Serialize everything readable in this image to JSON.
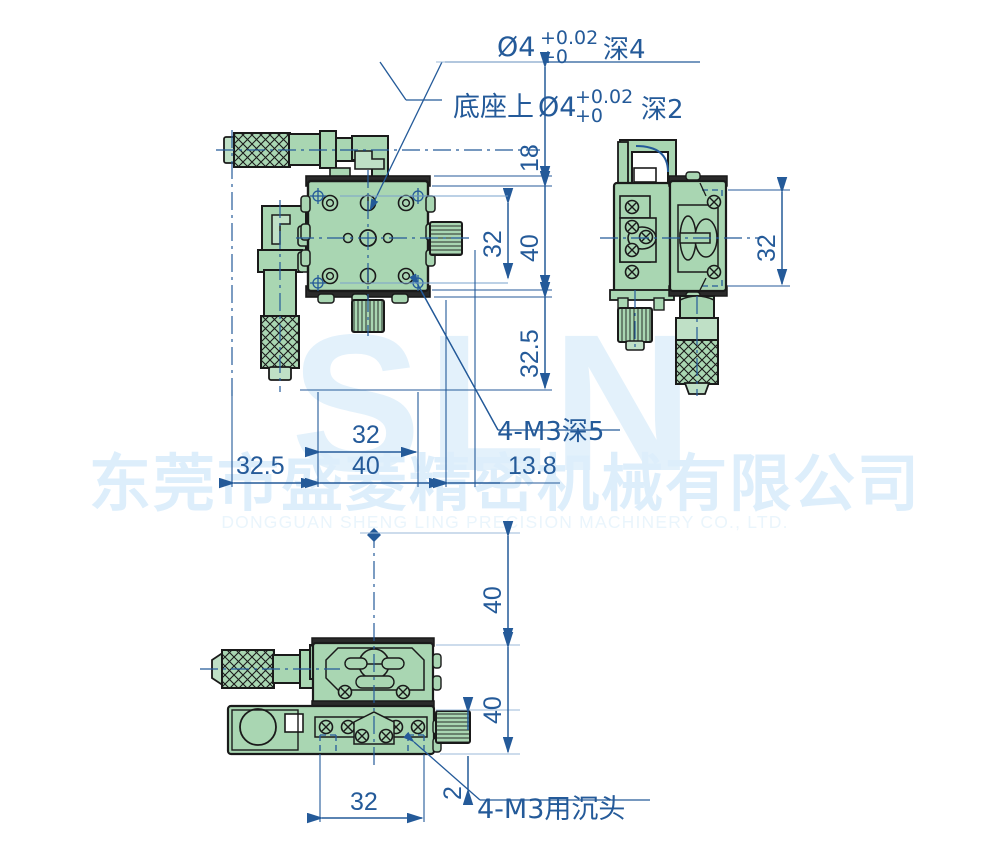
{
  "document": {
    "type": "engineering-drawing",
    "subject": "XY precision linear stage (manual micrometer-driven)",
    "units": "mm",
    "line_color": "#245a99",
    "text_color": "#245a99",
    "body_fill": "#a9d6b2",
    "body_fill_dark": "#8fc79c",
    "body_fill_light": "#c2e2c8",
    "outline_color": "#1a1a1a",
    "background": "#ffffff",
    "watermark_color": "#e1f0fb"
  },
  "annotations": {
    "top_note_line1": {
      "diameter": "Ø4",
      "tol_upper": "+0.02",
      "tol_lower": "+0",
      "depth": "深4"
    },
    "top_note_line2": {
      "prefix": "底座上",
      "diameter": "Ø4",
      "tol_upper": "+0.02",
      "tol_lower": "+0",
      "depth": "深2"
    },
    "thread_note_top": "4-M3深5",
    "thread_note_bottom": "4-M3用沉头"
  },
  "views": {
    "top_view": {
      "name": "top-view",
      "dimensions_vertical": [
        "18",
        "32",
        "40",
        "32.5"
      ],
      "dimensions_horizontal": [
        "32.5",
        "40",
        "13.8"
      ],
      "dimension_inner_horizontal": "32"
    },
    "side_view": {
      "name": "side-view",
      "dimensions_vertical": [
        "32"
      ]
    },
    "front_view": {
      "name": "front-view",
      "dimensions_vertical": [
        "40",
        "40",
        "2"
      ],
      "dimensions_horizontal": [
        "32"
      ]
    }
  },
  "watermark": {
    "logo_text": "SLN",
    "company_cn": "东莞市盛菱精密机械有限公司",
    "company_en": "DONGGUAN SHENG LING PRECISION MACHINERY CO., LTD."
  }
}
